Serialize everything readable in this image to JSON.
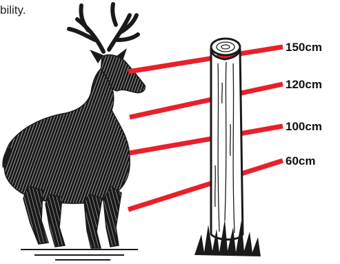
{
  "caption_fragment": "bility.",
  "wire_heights": [
    {
      "label": "150cm",
      "value_cm": 150
    },
    {
      "label": "120cm",
      "value_cm": 120
    },
    {
      "label": "100cm",
      "value_cm": 100
    },
    {
      "label": "60cm",
      "value_cm": 60
    }
  ],
  "colors": {
    "wire": "#e8202a",
    "ink": "#1a1a1a",
    "background": "#ffffff"
  },
  "icons": {
    "animal": "deer-illustration-icon",
    "post": "wooden-fence-post-icon",
    "grass": "grass-tuft-icon"
  }
}
